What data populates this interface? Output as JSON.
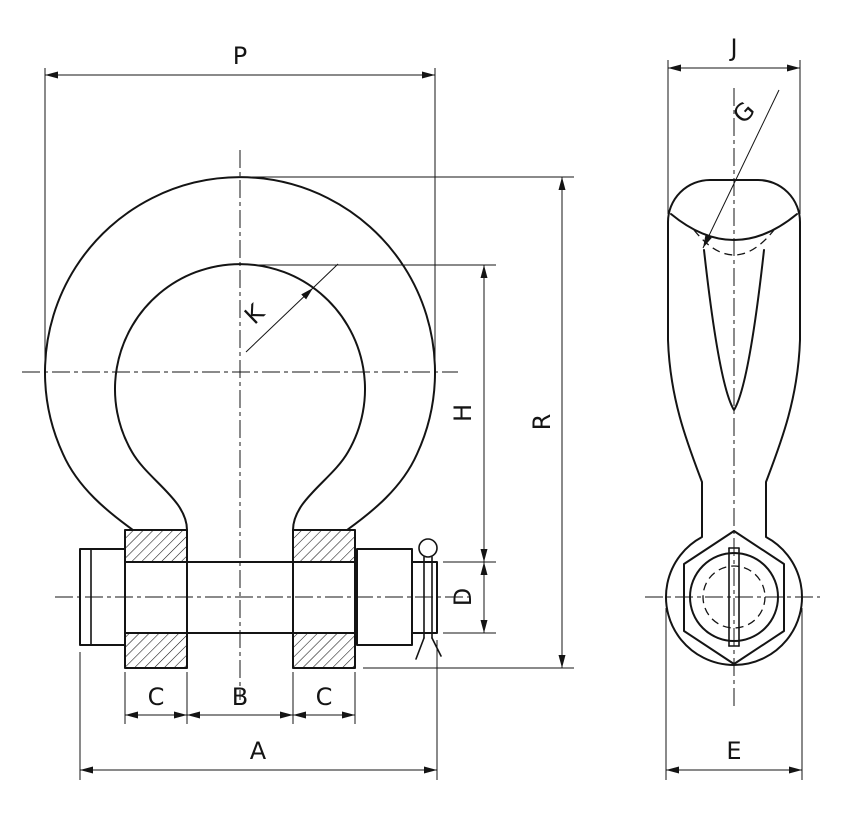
{
  "front_view": {
    "dims": {
      "P": "P",
      "A": "A",
      "B": "B",
      "C_left": "C",
      "C_right": "C",
      "D": "D",
      "H": "H",
      "R": "R",
      "K": "K"
    }
  },
  "side_view": {
    "dims": {
      "J": "J",
      "G": "G",
      "E": "E"
    }
  }
}
